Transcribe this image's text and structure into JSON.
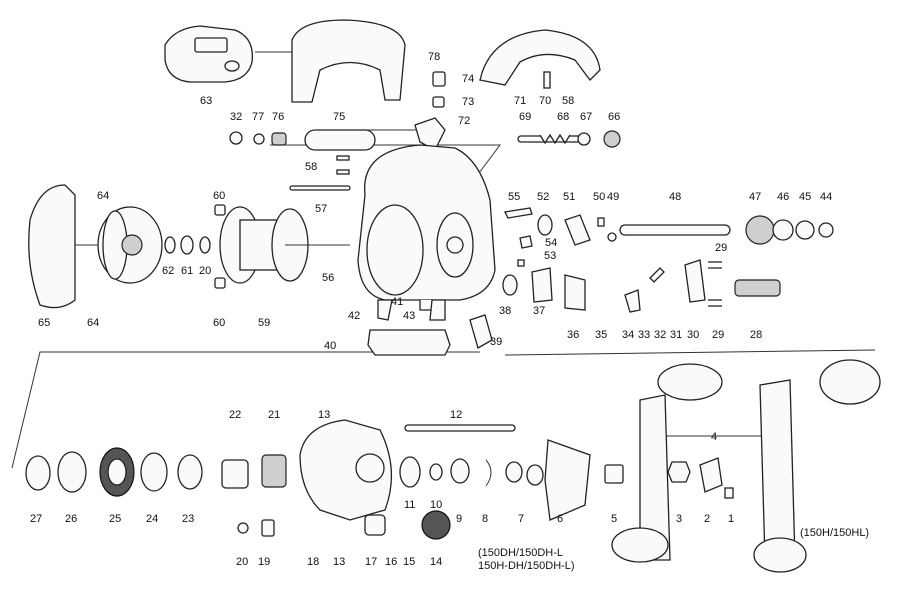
{
  "figure": "exploded parts diagram of a baitcasting fishing reel",
  "part_numbers": [
    "1",
    "2",
    "3",
    "4",
    "5",
    "6",
    "7",
    "8",
    "9",
    "10",
    "11",
    "12",
    "13",
    "14",
    "15",
    "16",
    "17",
    "18",
    "19",
    "20",
    "21",
    "22",
    "23",
    "24",
    "25",
    "26",
    "27",
    "28",
    "29",
    "30",
    "31",
    "32",
    "33",
    "34",
    "35",
    "36",
    "37",
    "38",
    "39",
    "40",
    "41",
    "42",
    "43",
    "44",
    "45",
    "46",
    "47",
    "48",
    "49",
    "50",
    "51",
    "52",
    "53",
    "54",
    "55",
    "56",
    "57",
    "58",
    "59",
    "60",
    "61",
    "62",
    "63",
    "64",
    "65",
    "66",
    "67",
    "68",
    "69",
    "70",
    "71",
    "72",
    "73",
    "74",
    "75",
    "76",
    "77",
    "78"
  ],
  "variant_notes": {
    "left_handle": "(150DH/150DH-L",
    "left_handle_line2": "150H-DH/150DH-L)",
    "right_handle": "(150H/150HL)"
  }
}
